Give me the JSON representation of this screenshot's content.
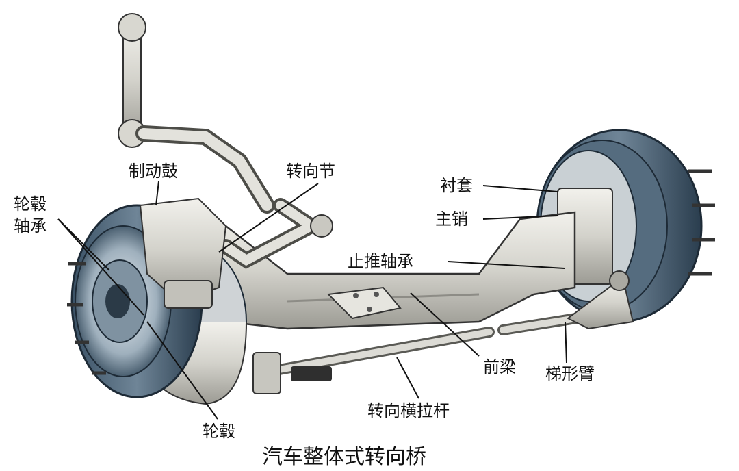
{
  "diagram": {
    "title": "汽车整体式转向桥",
    "labels": {
      "brake_drum": "制动鼓",
      "hub_bearing_line1": "轮毂",
      "hub_bearing_line2": "轴承",
      "steering_knuckle": "转向节",
      "bushing": "衬套",
      "kingpin": "主销",
      "thrust_bearing": "止推轴承",
      "front_beam": "前梁",
      "trapezoid_arm": "梯形臂",
      "tie_rod": "转向横拉杆",
      "wheel_hub": "轮毂"
    }
  }
}
